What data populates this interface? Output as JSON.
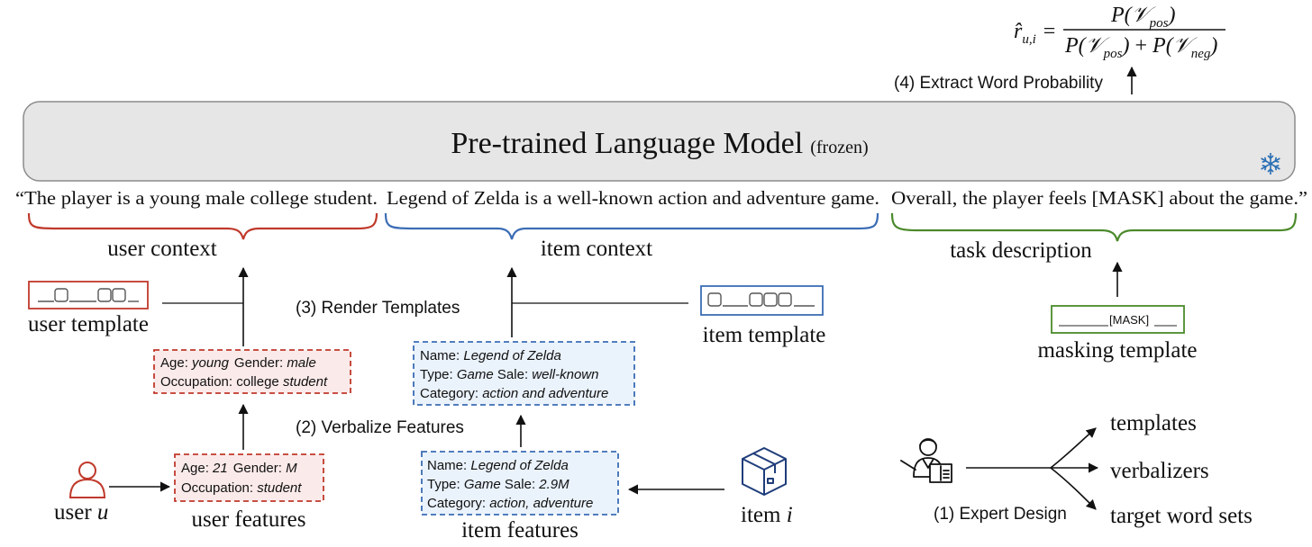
{
  "model": {
    "name": "Pre-trained Language Model",
    "status": "(frozen)",
    "icon": "snowflake-icon",
    "fill_color": "#e6e6e6",
    "border_color": "#8c8c8c"
  },
  "formula": {
    "lhs": "r̂",
    "lhs_sub": "u,i",
    "equals": "=",
    "num_p": "P(",
    "num_v": "𝒱",
    "num_sub": "pos",
    "num_close": ")",
    "den_p1": "P(",
    "den_v1": "𝒱",
    "den_sub1": "pos",
    "den_close1": ")",
    "den_plus": " + ",
    "den_p2": "P(",
    "den_v2": "𝒱",
    "den_sub2": "neg",
    "den_close2": ")"
  },
  "steps": {
    "extract": "(4) Extract Word Probability",
    "render": "(3) Render Templates",
    "verbalize": "(2) Verbalize Features",
    "expert": "(1) Expert Design"
  },
  "sentence": {
    "user_part": "“The player is a young male college student.",
    "item_part": "Legend of Zelda is a well-known action and adventure game.",
    "task_part": "Overall, the player feels [MASK] about the game.”"
  },
  "contexts": {
    "user": "user context",
    "item": "item context",
    "task": "task description"
  },
  "templates": {
    "user_label": "user template",
    "item_label": "item template",
    "masking_label": "masking template",
    "masking_text": "[MASK]"
  },
  "user_verbalized": {
    "age_key": "Age",
    "age_val": "young",
    "gender_key": "Gender",
    "gender_val": "male",
    "occ_key": "Occupation",
    "occ_val_plain": "college",
    "occ_val_italic": "student"
  },
  "item_verbalized": {
    "name_key": "Name",
    "name_val": "Legend of Zelda",
    "type_key": "Type",
    "type_val": "Game",
    "sale_key": "Sale",
    "sale_val": "well-known",
    "cat_key": "Category",
    "cat_val": "action and adventure"
  },
  "user_features": {
    "label": "user features",
    "age_key": "Age",
    "age_val": "21",
    "gender_key": "Gender",
    "gender_val": "M",
    "occ_key": "Occupation",
    "occ_val": "student"
  },
  "item_features": {
    "label": "item features",
    "name_key": "Name",
    "name_val": "Legend of Zelda",
    "type_key": "Type",
    "type_val": "Game",
    "sale_key": "Sale",
    "sale_val": "2.9M",
    "cat_key": "Category",
    "cat_val": "action, adventure"
  },
  "entities": {
    "user_prefix": "user ",
    "user_var": "u",
    "item_prefix": "item ",
    "item_var": "i"
  },
  "design_outputs": [
    "templates",
    "verbalizers",
    "target word sets"
  ],
  "colors": {
    "user": "#c0392b",
    "item": "#3b6db5",
    "task": "#4a8a2a",
    "user_fill": "#fbeaea",
    "item_fill": "#eaf2fb",
    "text": "#111111"
  }
}
